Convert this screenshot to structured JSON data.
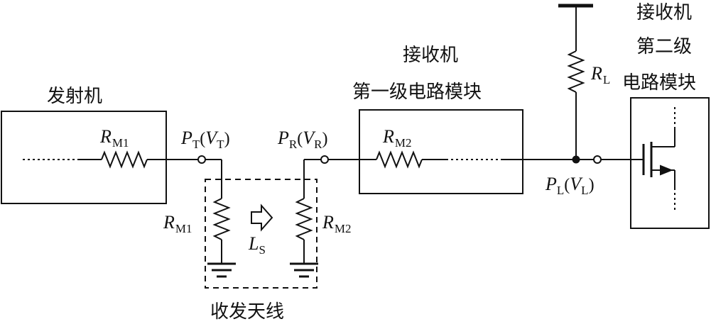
{
  "labels": {
    "transmitter": "发射机",
    "receiver_stage1_line1": "接收机",
    "receiver_stage1_line2": "第一级电路模块",
    "receiver_stage2_line1": "接收机",
    "receiver_stage2_line2": "第二级",
    "receiver_stage2_line3": "电路模块",
    "antenna": "收发天线"
  },
  "symbols": {
    "rm1_main": "R",
    "rm1_sub": "M1",
    "rm2_main": "R",
    "rm2_sub": "M2",
    "rl_main": "R",
    "rl_sub": "L",
    "ls_main": "L",
    "ls_sub": "S",
    "pt_main": "P",
    "pt_sub": "T",
    "vt_main": "V",
    "vt_sub": "T",
    "pr_main": "P",
    "pr_sub": "R",
    "vr_main": "V",
    "vr_sub": "R",
    "pl_main": "P",
    "pl_sub": "L",
    "vl_main": "V",
    "vl_sub": "L",
    "paren_open": "(",
    "paren_close": ")"
  }
}
